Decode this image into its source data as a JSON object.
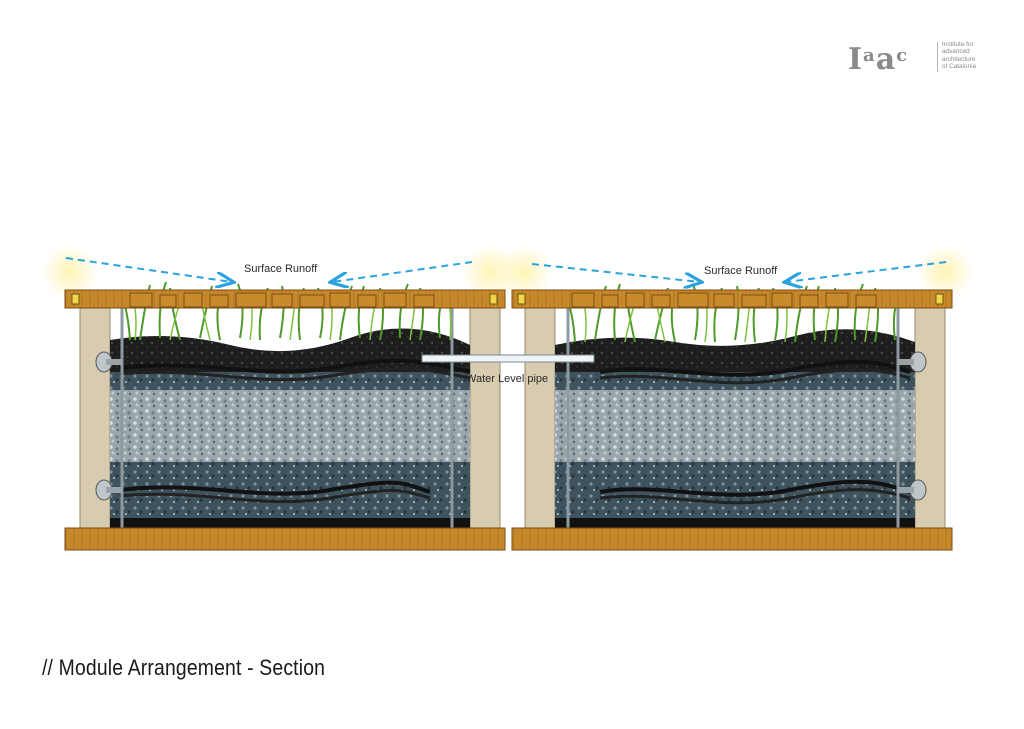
{
  "logo": {
    "mark": "Iaac",
    "lines": [
      "Institute for",
      "advanced",
      "architecture",
      "of Catalonia"
    ]
  },
  "diagram": {
    "caption": "// Module Arrangement - Section",
    "labels": {
      "runoff_left": "Surface Runoff",
      "runoff_right": "Surface Runoff",
      "pipe": "Water Level pipe"
    }
  },
  "colors": {
    "wood": "#c98a2b",
    "wood_dark": "#7a4d12",
    "soil": "#1c1c1c",
    "gravel": "#5b6e78",
    "gravel_light": "#aeb8bc",
    "grass": "#4c9a2a",
    "runoff_arrow": "#2aa3e0",
    "panel": "#d8ccb0"
  }
}
